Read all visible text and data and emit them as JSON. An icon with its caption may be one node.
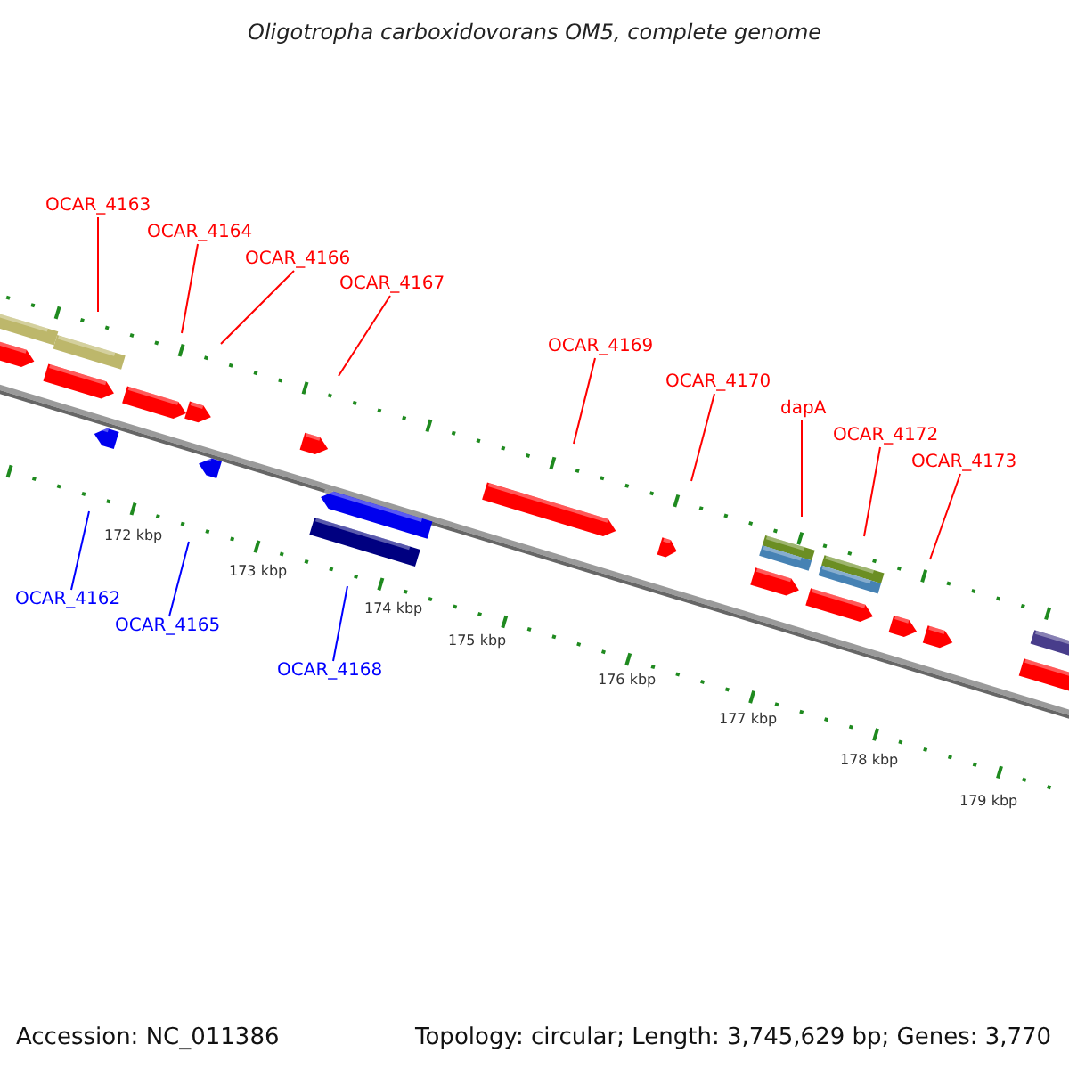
{
  "diagram": {
    "title": "Oligotropha carboxidovorans OM5, complete genome",
    "nodes": [
      {
        "text": [
          "OCAR_4163"
        ]
      },
      {
        "text": [
          "OCAR_4164"
        ]
      },
      {
        "text": [
          "OCAR_4166"
        ]
      },
      {
        "text": [
          "OCAR_4167"
        ]
      },
      {
        "text": [
          "OCAR_4169"
        ]
      },
      {
        "text": [
          "OCAR_4170"
        ]
      },
      {
        "text": [
          "dapA"
        ]
      },
      {
        "text": [
          "OCAR_4172"
        ]
      },
      {
        "text": [
          "OCAR_4173"
        ]
      },
      {
        "text": [
          "OCAR_4162"
        ]
      },
      {
        "text": [
          "OCAR_4165"
        ]
      },
      {
        "text": [
          "OCAR_4168"
        ]
      }
    ],
    "edges": [
      {
        "from": 0,
        "to": null,
        "arrow": "none"
      },
      {
        "from": 1,
        "to": null,
        "arrow": "none"
      },
      {
        "from": 2,
        "to": null,
        "arrow": "none"
      },
      {
        "from": 3,
        "to": null,
        "arrow": "none"
      },
      {
        "from": 4,
        "to": null,
        "arrow": "none"
      },
      {
        "from": 5,
        "to": null,
        "arrow": "none"
      },
      {
        "from": 6,
        "to": null,
        "arrow": "none"
      },
      {
        "from": 7,
        "to": null,
        "arrow": "none"
      },
      {
        "from": 8,
        "to": null,
        "arrow": "none"
      },
      {
        "from": 9,
        "to": null,
        "arrow": "none",
        "color": "#0000ff"
      },
      {
        "from": 10,
        "to": null,
        "arrow": "none",
        "color": "#0000ff"
      },
      {
        "from": 11,
        "to": null,
        "arrow": "none",
        "color": "#0000ff"
      }
    ],
    "labels": [
      "172 kbp",
      "173 kbp",
      "174 kbp",
      "175 kbp",
      "176 kbp",
      "177 kbp",
      "178 kbp",
      "179 kbp",
      "Accession: NC_011386",
      "Topology: circular; Length: 3,745,629 bp; Genes: 3,770"
    ]
  }
}
